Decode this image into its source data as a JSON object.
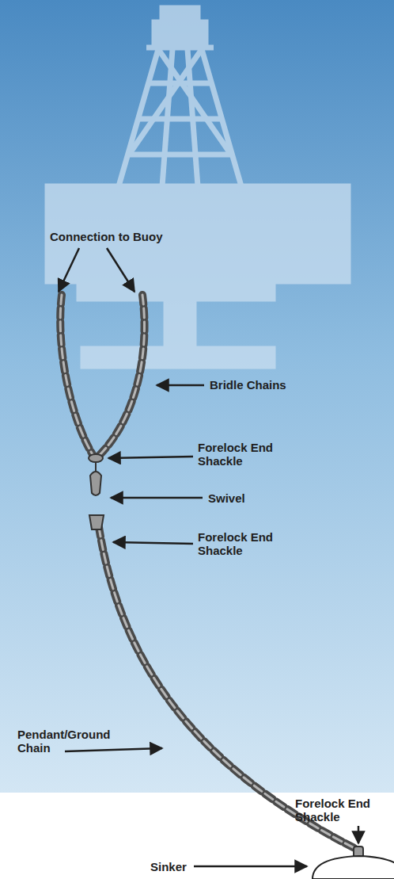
{
  "diagram": {
    "labels": [
      "Connection to Buoy",
      "Bridle Chains",
      "Forelock End Shackle",
      "Swivel",
      "Forelock End Shackle",
      "Pendant/Ground Chain",
      "Forelock End Shackle",
      "Sinker"
    ]
  }
}
